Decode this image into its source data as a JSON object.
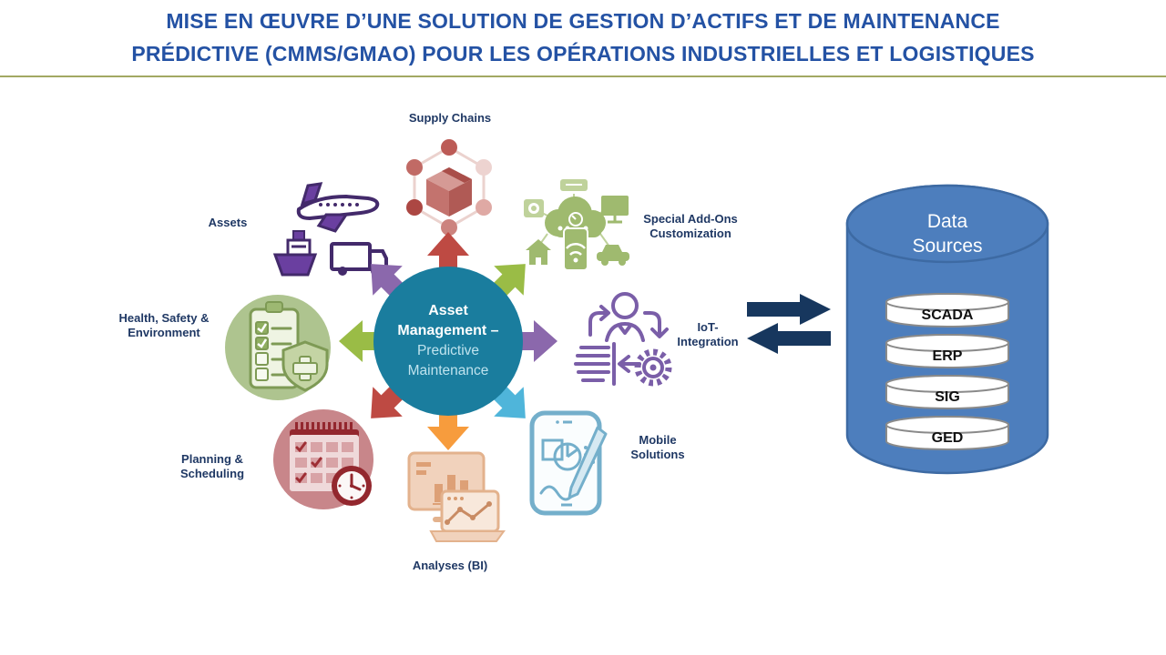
{
  "slide": {
    "title_line1": "MISE EN ŒUVRE D’UNE SOLUTION DE GESTION D’ACTIFS ET DE MAINTENANCE",
    "title_line2": "PRÉDICTIVE (CMMS/GMAO) POUR LES OPÉRATIONS INDUSTRIELLES ET LOGISTIQUES"
  },
  "palette": {
    "title_color": "#2452A4",
    "divider_color": "#A2A862",
    "label_color": "#1F3864",
    "hub_color": "#1A7D9E",
    "hub_subtitle_color": "#BFE3EE",
    "exchange_arrow_color": "#17375E",
    "cylinder_color": "#4D7EBD",
    "cylinder_border": "#3D6AA3"
  },
  "hub": {
    "line1": "Asset",
    "line2": "Management –",
    "line3": "Predictive",
    "line4": "Maintenance"
  },
  "arrows": [
    {
      "direction": "up",
      "color": "#BE4A43"
    },
    {
      "direction": "up-right",
      "color": "#9ABC46"
    },
    {
      "direction": "right",
      "color": "#8B68AC"
    },
    {
      "direction": "down-right",
      "color": "#4FB5DA"
    },
    {
      "direction": "down",
      "color": "#F79C3D"
    },
    {
      "direction": "down-left",
      "color": "#BE4A43"
    },
    {
      "direction": "left",
      "color": "#9ABC46"
    },
    {
      "direction": "up-left",
      "color": "#8B68AC"
    }
  ],
  "nodes": [
    {
      "id": "supply-chains",
      "icon": "supply-network-icon",
      "lines": [
        "Supply Chains"
      ]
    },
    {
      "id": "special-add-ons",
      "icon": "connected-devices-cloud-icon",
      "lines": [
        "Special Add-Ons",
        "Customization"
      ]
    },
    {
      "id": "iot-integration",
      "icon": "process-automation-icon",
      "lines": [
        "IoT-",
        "Integration"
      ]
    },
    {
      "id": "mobile-solutions",
      "icon": "tablet-pen-icon",
      "lines": [
        "Mobile",
        "Solutions"
      ]
    },
    {
      "id": "analyses-bi",
      "icon": "dashboard-charts-icon",
      "lines": [
        "Analyses (BI)"
      ]
    },
    {
      "id": "planning-scheduling",
      "icon": "calendar-clock-icon",
      "lines": [
        "Planning &",
        "Scheduling"
      ]
    },
    {
      "id": "health-safety-environment",
      "icon": "checklist-shield-icon",
      "lines": [
        "Health, Safety &",
        "Environment"
      ]
    },
    {
      "id": "assets",
      "icon": "transport-fleet-icon",
      "lines": [
        "Assets"
      ]
    }
  ],
  "data_sources": {
    "title_line1": "Data",
    "title_line2": "Sources",
    "items": [
      "SCADA",
      "ERP",
      "SIG",
      "GED"
    ]
  }
}
